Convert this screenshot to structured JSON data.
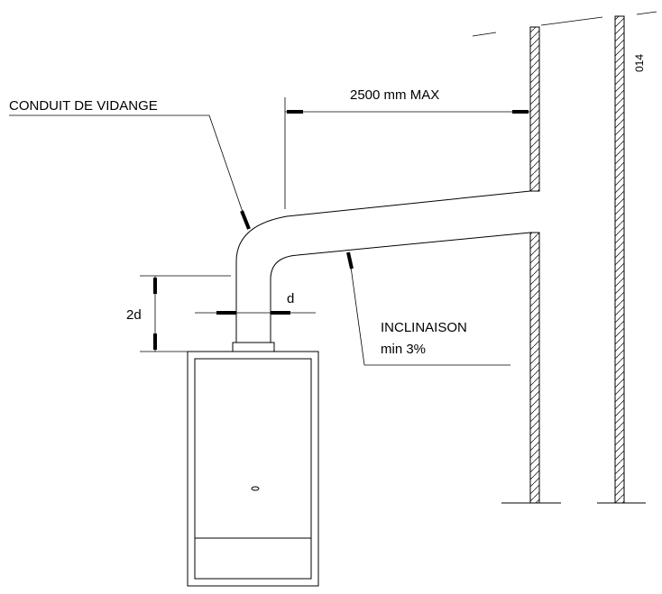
{
  "labels": {
    "drain_conduit": "CONDUIT DE VIDANGE",
    "max_length": "2500 mm MAX",
    "slope_title": "INCLINAISON",
    "slope_value": "min 3%",
    "two_d": "2d",
    "d": "d",
    "ref_code": "014"
  }
}
